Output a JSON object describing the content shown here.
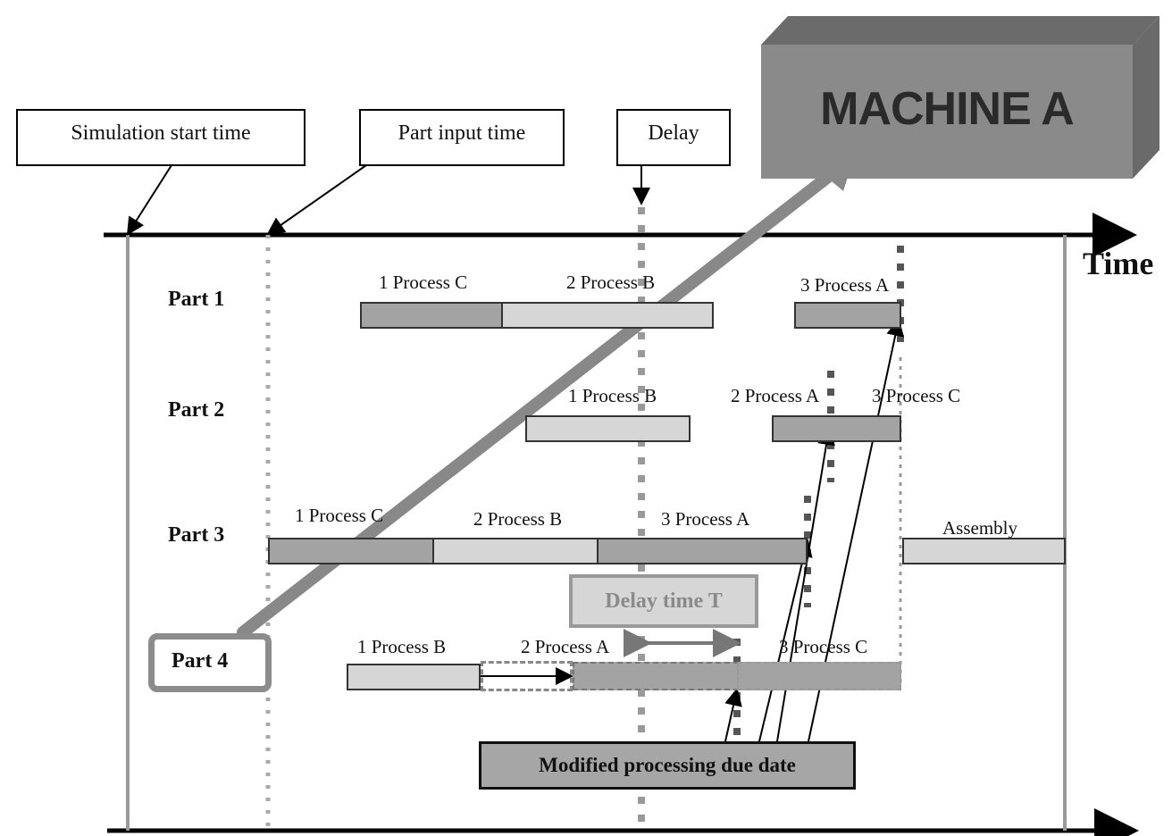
{
  "header": {
    "simulation_start": "Simulation start time",
    "part_input": "Part input time",
    "delay": "Delay"
  },
  "machine": {
    "label": "MACHINE A"
  },
  "axis": {
    "time_label": "Time"
  },
  "parts": {
    "p1": {
      "label": "Part 1",
      "processes": [
        "1 Process C",
        "2 Process B",
        "3 Process A"
      ]
    },
    "p2": {
      "label": "Part 2",
      "processes": [
        "1 Process B",
        "2 Process A",
        "3 Process C"
      ]
    },
    "p3": {
      "label": "Part 3",
      "processes": [
        "1 Process C",
        "2 Process B",
        "3 Process A",
        "Assembly"
      ]
    },
    "p4": {
      "label": "Part 4",
      "processes": [
        "1 Process B",
        "2 Process A",
        "3 Process C"
      ]
    }
  },
  "annotations": {
    "delay_time": "Delay time T",
    "modified_due_date": "Modified processing due date"
  },
  "colors": {
    "light_bar": "#d6d6d6",
    "dark_bar": "#a3a3a3",
    "machine": "#8a8a8a"
  }
}
